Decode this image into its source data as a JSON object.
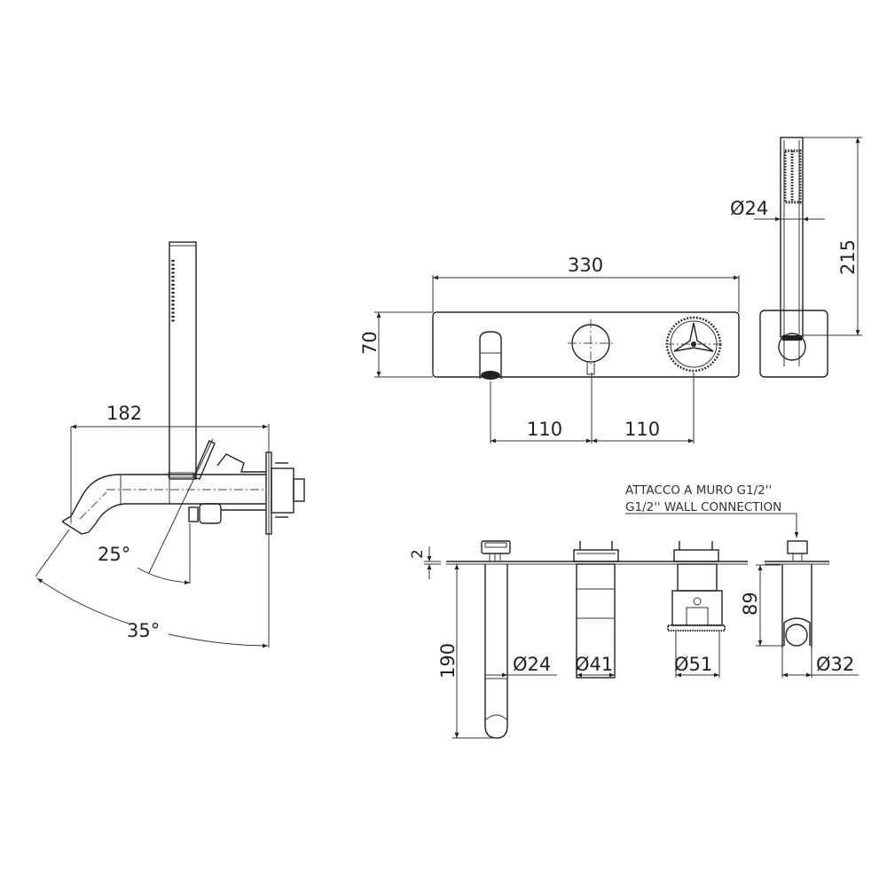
{
  "side_view": {
    "length_dim": "182",
    "angle_small": "25°",
    "angle_large": "35°"
  },
  "front_view": {
    "plate_width": "330",
    "plate_height": "70",
    "spacing_left": "110",
    "spacing_right": "110",
    "handshower_diameter": "Ø24",
    "handshower_length": "215"
  },
  "section_view": {
    "plate_thickness": "2",
    "spout_depth": "190",
    "spout_diameter": "Ø24",
    "diverter_diameter": "Ø41",
    "mixer_diameter": "Ø51",
    "holder_depth": "89",
    "holder_diameter": "Ø32",
    "note_it": "ATTACCO A MURO G1/2''",
    "note_en": "G1/2'' WALL CONNECTION"
  }
}
